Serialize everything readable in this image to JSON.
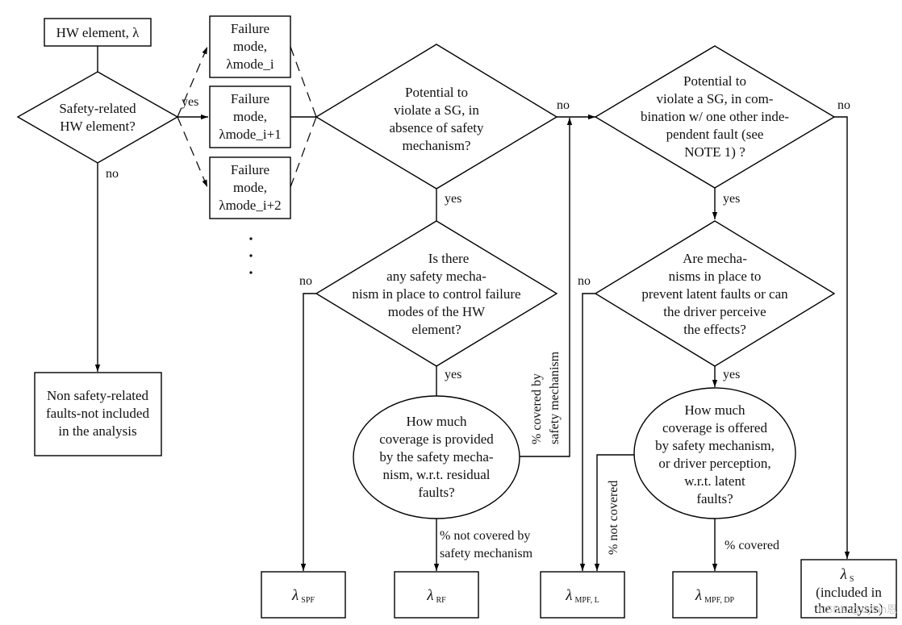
{
  "hw_element": "HW element, λ",
  "safety_related": [
    "Safety-related",
    "HW element?"
  ],
  "failure_modes": [
    [
      "Failure",
      "mode,",
      "λmode_i"
    ],
    [
      "Failure",
      "mode,",
      "λmode_i+1"
    ],
    [
      "Failure",
      "mode,",
      "λmode_i+2"
    ]
  ],
  "potential_violate": [
    "Potential to",
    "violate a SG, in",
    "absence of safety",
    "mechanism?"
  ],
  "potential_combination": [
    "Potential to",
    "violate a SG, in com-",
    "bination w/ one other inde-",
    "pendent fault (see",
    "NOTE 1) ?"
  ],
  "safety_mechanism_q": [
    "Is there",
    "any safety mecha-",
    "nism in place to control failure",
    "modes of the HW",
    "element?"
  ],
  "latent_q": [
    "Are mecha-",
    "nisms in place to",
    "prevent latent faults or can",
    "the driver perceive",
    "the effects?"
  ],
  "coverage_residual": [
    "How much",
    "coverage is provided",
    "by the safety mecha-",
    "nism, w.r.t. residual",
    "faults?"
  ],
  "coverage_latent": [
    "How much",
    "coverage is offered",
    "by safety mechanism,",
    "or driver perception,",
    "w.r.t. latent",
    "faults?"
  ],
  "non_safety": [
    "Non safety-related",
    "faults-not included",
    "in the analysis"
  ],
  "labels": {
    "yes": "yes",
    "no": "no",
    "covered_by_sm": [
      "% covered by",
      "safety mechanism"
    ],
    "not_covered_by_sm": [
      "% not covered by",
      "safety mechanism"
    ],
    "not_covered": "% not covered",
    "covered": "% covered"
  },
  "outputs": {
    "spf": {
      "symbol": "λ",
      "sub": "SPF"
    },
    "rf": {
      "symbol": "λ",
      "sub": "RF"
    },
    "mpf_l": {
      "symbol": "λ",
      "sub": "MPF, L"
    },
    "mpf_dp": {
      "symbol": "λ",
      "sub": "MPF, DP"
    },
    "s": {
      "symbol": "λ",
      "sub": "S",
      "note": [
        "(included in",
        "the analysis)"
      ]
    }
  },
  "watermark": "CSDN @dylan恩"
}
